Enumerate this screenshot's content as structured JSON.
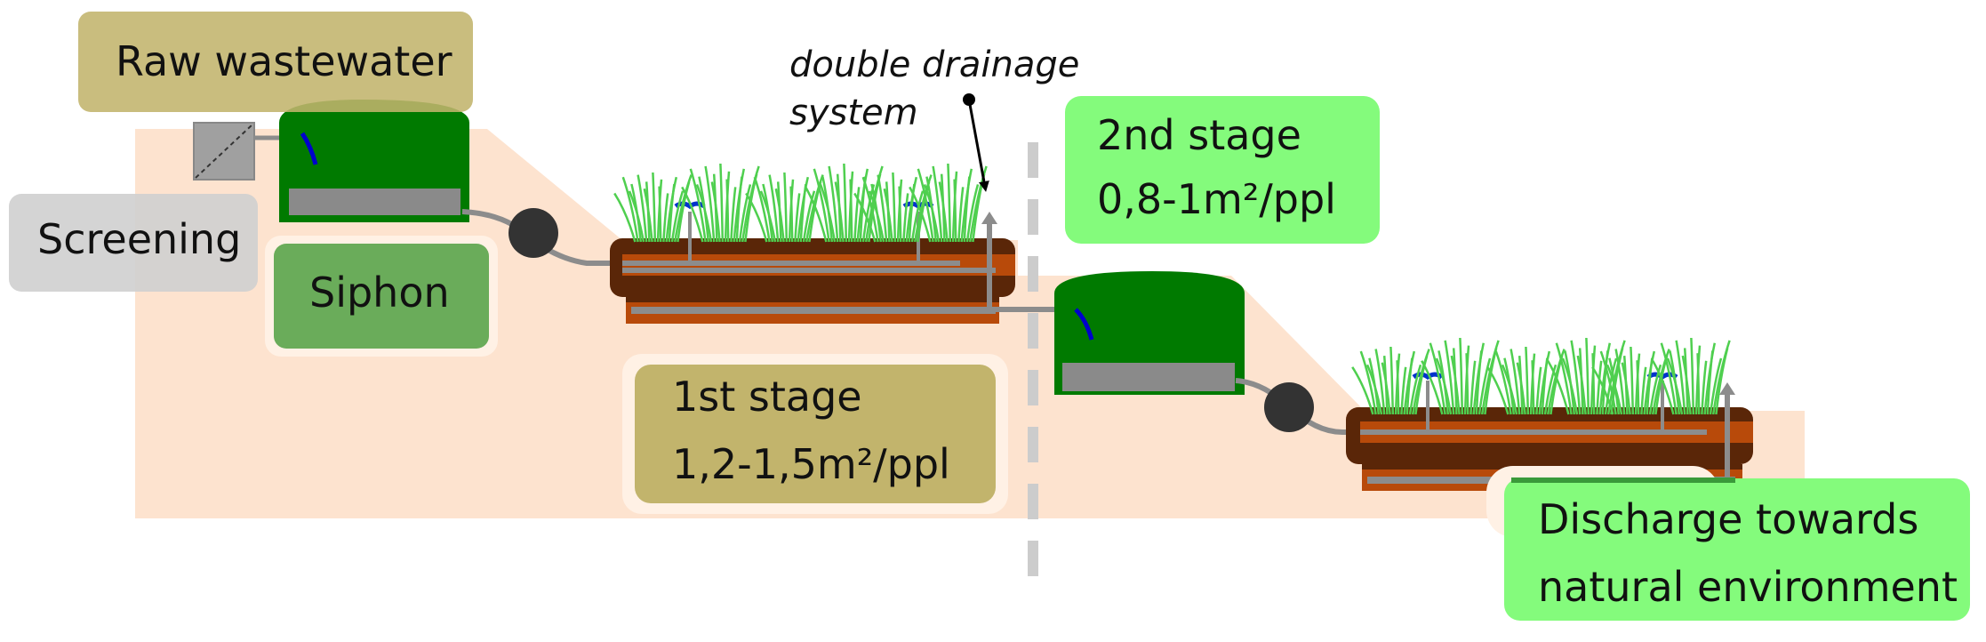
{
  "labels": {
    "raw_wastewater": "Raw wastewater",
    "screening": "Screening",
    "siphon": "Siphon",
    "double_drainage_line1": "double drainage",
    "double_drainage_line2": "system",
    "stage1_title": "1st stage",
    "stage1_area": "1,2-1,5m²/ppl",
    "stage2_title": "2nd stage",
    "stage2_area": "0,8-1m²/ppl",
    "discharge_line1": "Discharge towards",
    "discharge_line2": "natural environment"
  },
  "colors": {
    "ground": "#fde3cf",
    "tank_green": "#007a00",
    "olive_label": "#c2b46c",
    "siphon_label": "#6aac5a",
    "bright_green_label": "#84fb7c",
    "grey_label": "#cfcfcf",
    "soil_dark": "#5a2608",
    "soil_orange": "#b84a0a",
    "pipe_grey": "#8c8c8c",
    "reed_green": "#4fcf4f"
  }
}
